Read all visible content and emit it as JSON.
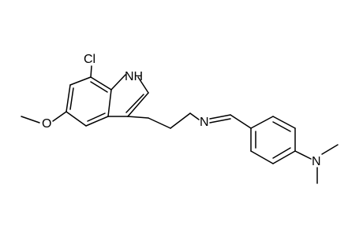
{
  "molecule": {
    "labels": {
      "cl": "Cl",
      "nh": "NH",
      "o": "O",
      "imine_n": "N",
      "amine_n": "N"
    },
    "colors": {
      "bond": "#000000",
      "text": "#000000",
      "background": "#ffffff"
    }
  }
}
